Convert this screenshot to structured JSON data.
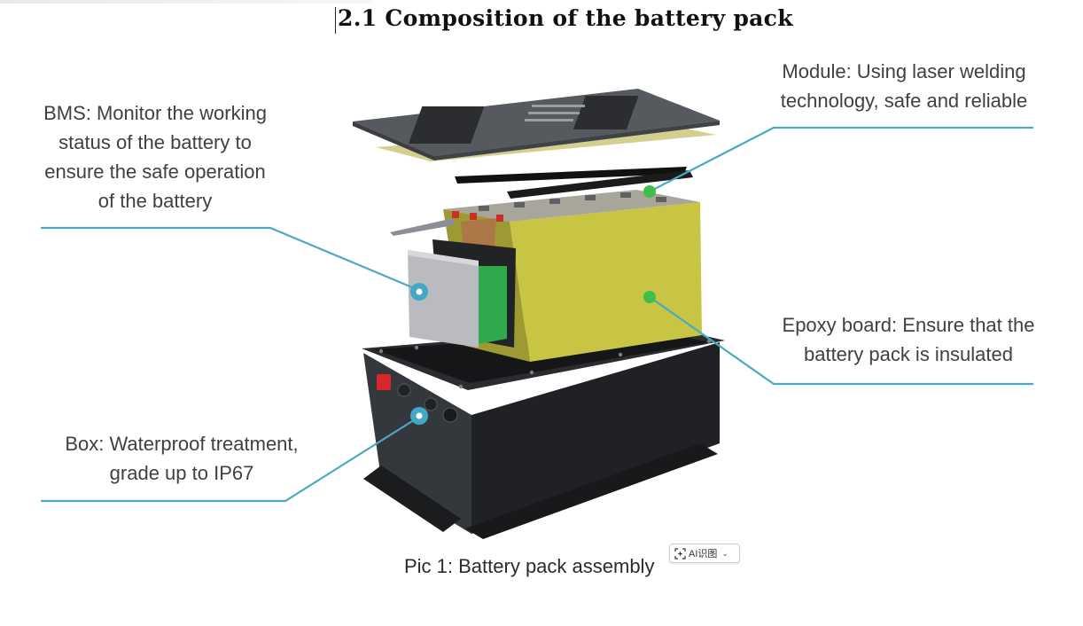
{
  "section_title": "2.1 Composition of the battery pack",
  "labels": {
    "bms": [
      "BMS: Monitor the working",
      "status of the battery to",
      "ensure the safe operation",
      "of the battery"
    ],
    "module": [
      "Module: Using laser welding",
      "technology, safe and reliable"
    ],
    "epoxy": [
      "Epoxy board: Ensure that the",
      "battery pack is insulated"
    ],
    "box": [
      "Box: Waterproof treatment,",
      "grade up to IP67"
    ]
  },
  "caption": "Pic 1: Battery pack assembly",
  "ai_chip": {
    "label": "AI识图",
    "icon": "scan-icon",
    "chevron": "chevron-down-icon"
  },
  "colors": {
    "callout_line": "#4aa9c3",
    "dot_blue": "#42a8c6",
    "dot_green": "#3fbe4a",
    "epoxy_yellow": "#c9c64a",
    "enclosure_dark": "#2e3034"
  }
}
